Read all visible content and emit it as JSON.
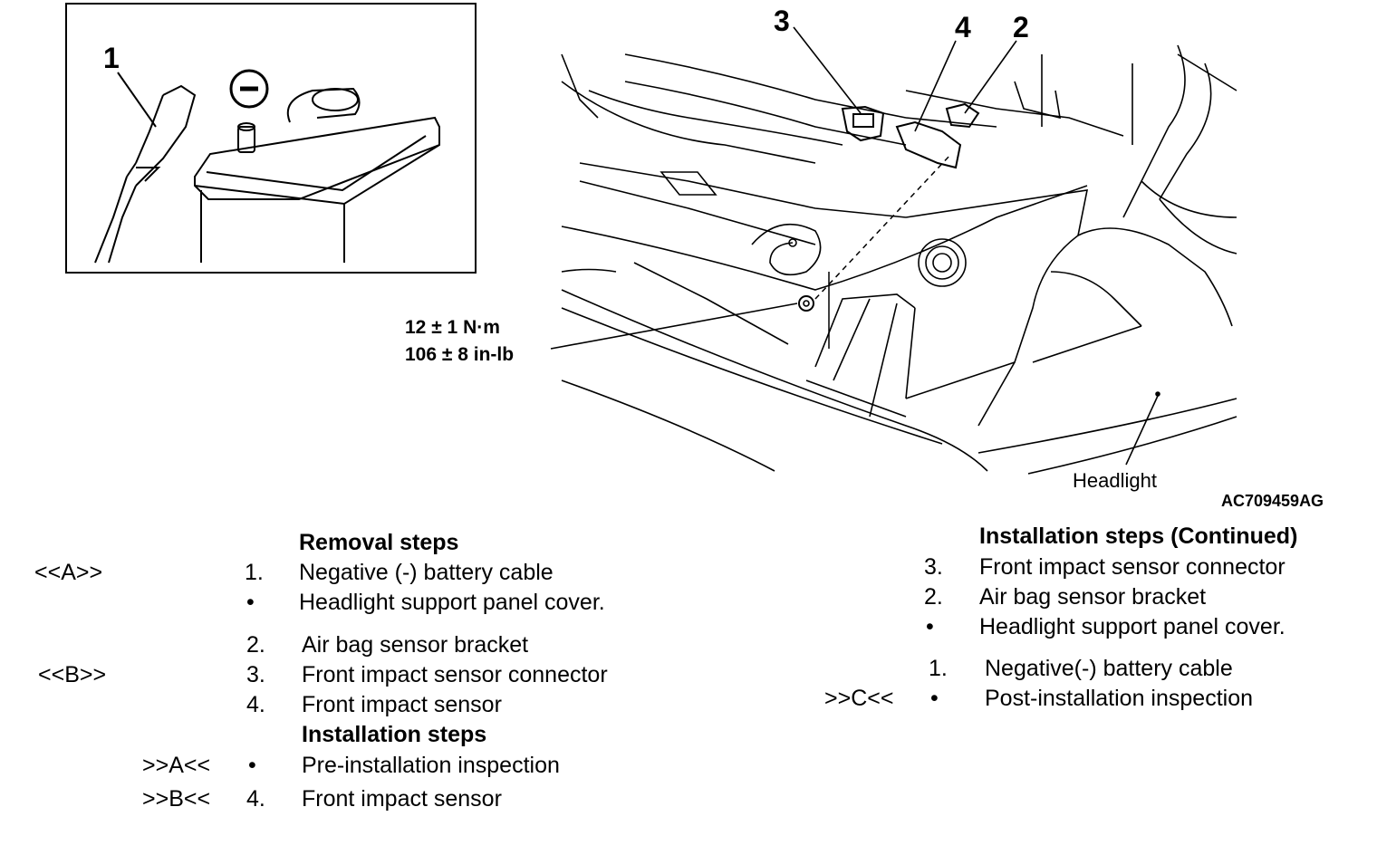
{
  "diagram": {
    "callouts": [
      "1",
      "3",
      "4",
      "2"
    ],
    "torque_nm": "12 ± 1 N·m",
    "torque_inlb": "106 ± 8 in-lb",
    "headlight_label": "Headlight",
    "figure_code": "AC709459AG"
  },
  "removal": {
    "heading": "Removal steps",
    "rows": [
      {
        "mark": "<<A>>",
        "num": "1.",
        "text": "Negative (-) battery cable"
      },
      {
        "mark": "",
        "num": "•",
        "text": "Headlight support panel cover."
      },
      {
        "mark": "",
        "num": "2.",
        "text": "Air bag sensor bracket"
      },
      {
        "mark": "<<B>>",
        "num": "3.",
        "text": "Front impact sensor connector"
      },
      {
        "mark": "",
        "num": "4.",
        "text": "Front impact sensor"
      }
    ]
  },
  "installation": {
    "heading": "Installation steps",
    "rows": [
      {
        "mark": ">>A<<",
        "num": "•",
        "text": "Pre-installation inspection"
      },
      {
        "mark": ">>B<<",
        "num": "4.",
        "text": "Front impact sensor"
      }
    ]
  },
  "installation_cont": {
    "heading": "Installation steps (Continued)",
    "rows": [
      {
        "mark": "",
        "num": "3.",
        "text": "Front impact sensor connector"
      },
      {
        "mark": "",
        "num": "2.",
        "text": "Air bag sensor bracket"
      },
      {
        "mark": "",
        "num": "•",
        "text": "Headlight support panel cover."
      },
      {
        "mark": "",
        "num": "1.",
        "text": "Negative(-) battery cable"
      },
      {
        "mark": ">>C<<",
        "num": "•",
        "text": "Post-installation inspection"
      }
    ]
  }
}
